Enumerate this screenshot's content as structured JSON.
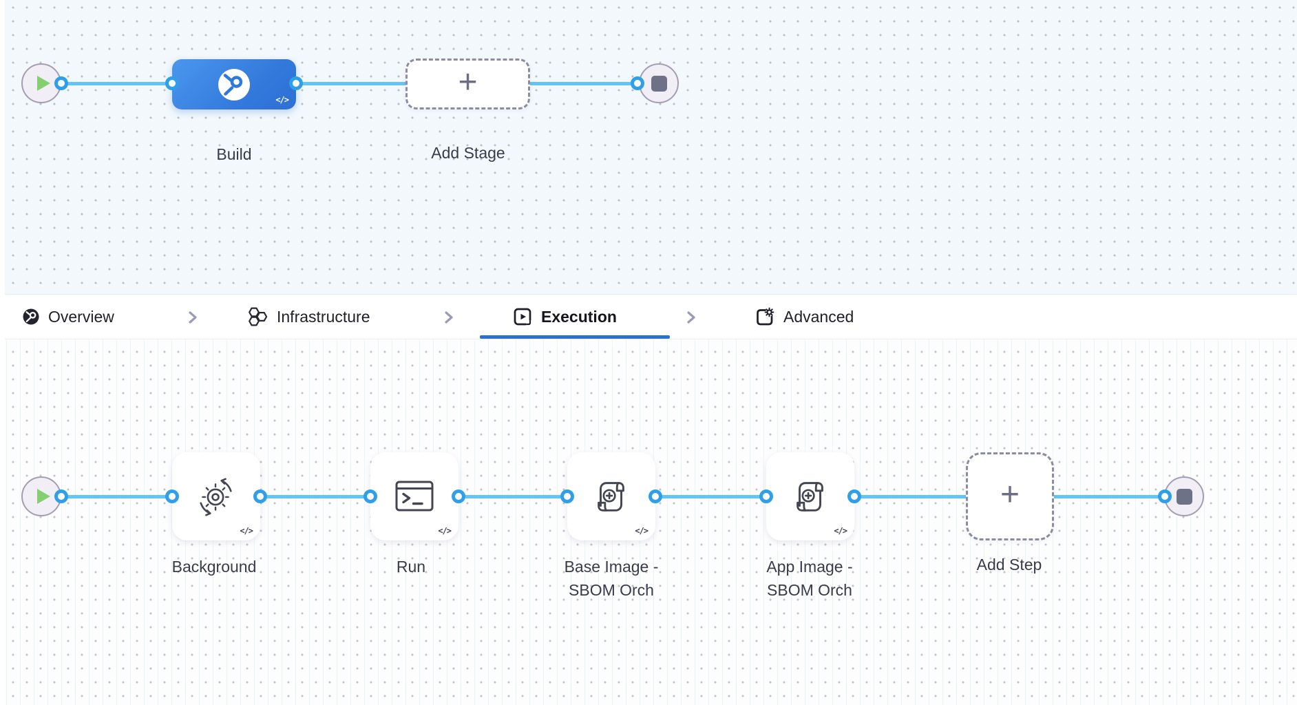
{
  "stage_canvas": {
    "stages": [
      {
        "label": "Build",
        "icon": "ci-build-icon",
        "code_badge": "</>"
      }
    ],
    "add_stage": {
      "label": "Add Stage",
      "plus": "+"
    }
  },
  "tab_bar": {
    "tabs": [
      {
        "label": "Overview",
        "icon": "overview-icon",
        "active": false
      },
      {
        "label": "Infrastructure",
        "icon": "infrastructure-icon",
        "active": false
      },
      {
        "label": "Execution",
        "icon": "execution-icon",
        "active": true
      },
      {
        "label": "Advanced",
        "icon": "advanced-icon",
        "active": false
      }
    ]
  },
  "execution_canvas": {
    "steps": [
      {
        "label": "Background",
        "icon": "background-sync-icon",
        "code_badge": "</>"
      },
      {
        "label": "Run",
        "icon": "terminal-icon",
        "code_badge": "</>"
      },
      {
        "label": "Base Image - SBOM Orch",
        "icon": "sbom-scroll-icon",
        "code_badge": "</>"
      },
      {
        "label": "App Image - SBOM Orch",
        "icon": "sbom-scroll-icon",
        "code_badge": "</>"
      }
    ],
    "add_step": {
      "label": "Add Step",
      "plus": "+"
    }
  },
  "colors": {
    "active_tab_underline": "#2c70d3",
    "flow_line_blue": "#63c4f6",
    "connector_blue": "#2f9fe9",
    "stage_gradient_start": "#4a97ee",
    "stage_gradient_end": "#2d6fd6",
    "play_green": "#85d06e",
    "stop_gray": "#6e7286",
    "canvas_top_bg": "#f2f8fc",
    "canvas_bottom_bg": "#fdfdfe"
  }
}
